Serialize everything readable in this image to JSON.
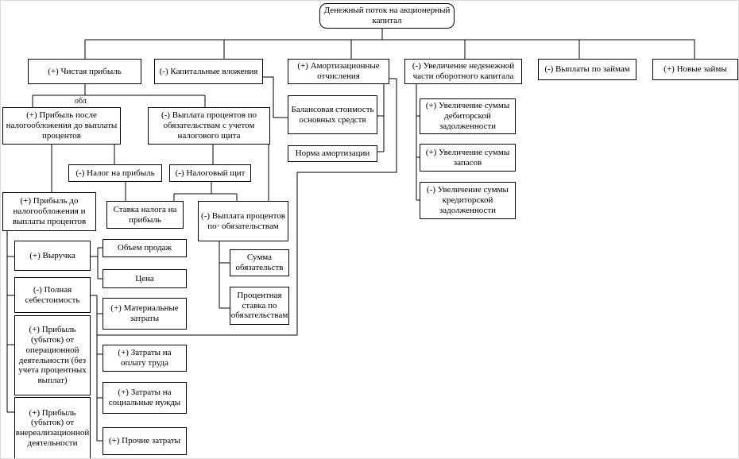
{
  "diagram": {
    "title": "Денежный поток на акционерный капитал",
    "colors": {
      "line": "#000000",
      "background": "#ffffff",
      "text": "#000000"
    },
    "stray_text": "обл",
    "nodes": {
      "root": {
        "label": "Денежный поток на акционерный капитал"
      },
      "net_profit": {
        "label": "(+) Чистая прибыль"
      },
      "capex": {
        "label": "(-) Капитальные вложения"
      },
      "amort": {
        "label": "(+) Амортизационные отчисления"
      },
      "nwc": {
        "label": "(-) Увеличение неденежной части оборотного капитала"
      },
      "loan_payments": {
        "label": "(-) Выплаты по займам"
      },
      "new_loans": {
        "label": "(+) Новые займы"
      },
      "profit_after_tax": {
        "label": "(+) Прибыль после налогообложения до выплаты процентов"
      },
      "interest_tax_shielded": {
        "label": "(-) Выплата процентов по обязательствам с учетом налогового щита"
      },
      "income_tax": {
        "label": "(-) Налог на прибыль"
      },
      "tax_shield": {
        "label": "(-) Налоговый щит"
      },
      "ebit": {
        "label": "(+) Прибыль до налогообложения и выплаты процентов"
      },
      "tax_rate": {
        "label": "Ставка налога на прибыль"
      },
      "interest_payments": {
        "label": "(-) Выплата процентов по· обязательствам"
      },
      "book_value": {
        "label": "Балансовая стоимость основных средств"
      },
      "amort_norm": {
        "label": "Норма амортизации"
      },
      "receivables": {
        "label": "(+) Увеличение суммы дебиторской задолженности"
      },
      "inventory": {
        "label": "(+) Увеличение суммы запасов"
      },
      "payables": {
        "label": "(-) Увеличение суммы кредиторской задолженности"
      },
      "revenue": {
        "label": "(+) Выручка"
      },
      "sales_volume": {
        "label": "Объем продаж"
      },
      "price": {
        "label": "Цена"
      },
      "full_cost": {
        "label": "(-) Полная себестоимость"
      },
      "material_costs": {
        "label": "(+) Материальные затраты"
      },
      "operating_profit": {
        "label": "(+) Прибыль (убыток) от операционной деятельности (без учета процентных выплат)"
      },
      "labor_costs": {
        "label": "(+) Затраты на оплату труда"
      },
      "social_costs": {
        "label": "(+) Затраты на социальные нужды"
      },
      "other_costs": {
        "label": "(+) Прочие затраты"
      },
      "nonop_profit": {
        "label": "(+) Прибыль (убыток) от внереализационной деятельности"
      },
      "liabilities_sum": {
        "label": "Сумма обязательств"
      },
      "interest_rate": {
        "label": "Процентная ставка по обязательствам"
      }
    },
    "edges": [
      [
        "root",
        "net_profit"
      ],
      [
        "root",
        "capex"
      ],
      [
        "root",
        "amort"
      ],
      [
        "root",
        "nwc"
      ],
      [
        "root",
        "loan_payments"
      ],
      [
        "root",
        "new_loans"
      ],
      [
        "net_profit",
        "profit_after_tax"
      ],
      [
        "net_profit",
        "interest_tax_shielded"
      ],
      [
        "profit_after_tax",
        "ebit"
      ],
      [
        "profit_after_tax",
        "income_tax"
      ],
      [
        "interest_tax_shielded",
        "tax_shield"
      ],
      [
        "interest_tax_shielded",
        "interest_payments"
      ],
      [
        "income_tax",
        "tax_rate"
      ],
      [
        "tax_shield",
        "tax_rate"
      ],
      [
        "tax_shield",
        "interest_payments"
      ],
      [
        "ebit",
        "revenue"
      ],
      [
        "ebit",
        "full_cost"
      ],
      [
        "ebit",
        "operating_profit"
      ],
      [
        "ebit",
        "nonop_profit"
      ],
      [
        "revenue",
        "sales_volume"
      ],
      [
        "revenue",
        "price"
      ],
      [
        "full_cost",
        "material_costs"
      ],
      [
        "full_cost",
        "labor_costs"
      ],
      [
        "full_cost",
        "social_costs"
      ],
      [
        "full_cost",
        "other_costs"
      ],
      [
        "full_cost",
        "amort"
      ],
      [
        "amort",
        "book_value"
      ],
      [
        "amort",
        "amort_norm"
      ],
      [
        "capex",
        "book_value"
      ],
      [
        "interest_payments",
        "liabilities_sum"
      ],
      [
        "interest_payments",
        "interest_rate"
      ],
      [
        "nwc",
        "receivables"
      ],
      [
        "nwc",
        "inventory"
      ],
      [
        "nwc",
        "payables"
      ]
    ]
  }
}
